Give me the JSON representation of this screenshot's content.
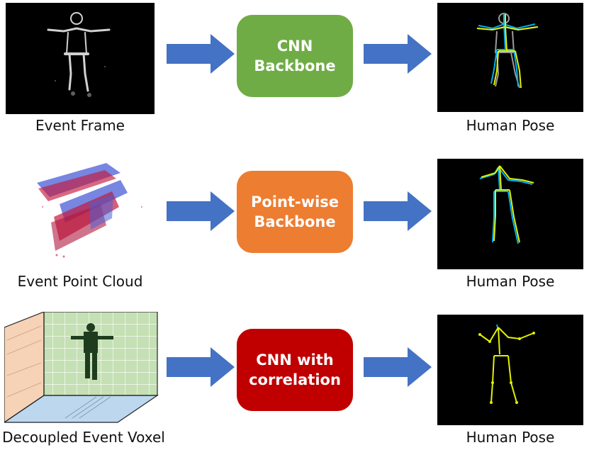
{
  "rows": [
    {
      "input_label": "Event Frame",
      "backbone": {
        "line1": "CNN",
        "line2": "Backbone",
        "color": "#6fac46"
      },
      "output_label": "Human Pose"
    },
    {
      "input_label": "Event Point Cloud",
      "backbone": {
        "line1": "Point-wise",
        "line2": "Backbone",
        "color": "#ed7d31"
      },
      "output_label": "Human Pose"
    },
    {
      "input_label": "Decoupled Event Voxel",
      "backbone": {
        "line1": "CNN with",
        "line2": "correlation",
        "color": "#c00000"
      },
      "output_label": "Human Pose"
    }
  ],
  "colors": {
    "arrow": "#4472c4",
    "skeleton_gt": "#00b0f0",
    "skeleton_pred": "#e2f000",
    "voxel_side": "#f6d2b6",
    "voxel_back": "#c5e0b4",
    "voxel_floor": "#bdd7ee"
  }
}
